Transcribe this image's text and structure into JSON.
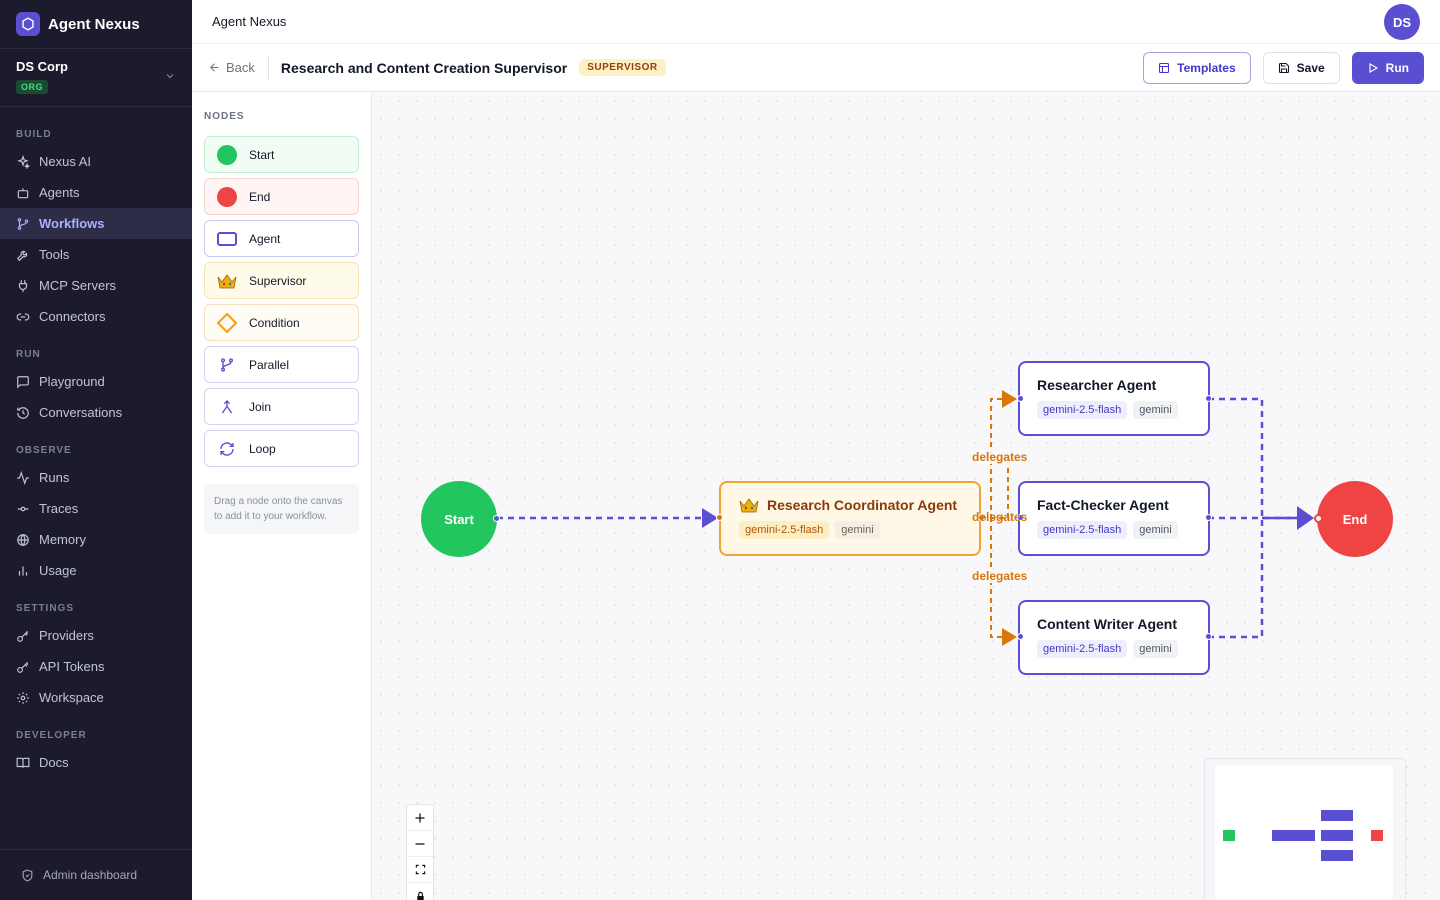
{
  "app": {
    "name": "Agent Nexus",
    "org_name": "DS Corp",
    "org_badge": "ORG",
    "header_title": "Agent Nexus",
    "user_initials": "DS",
    "brand_color": "#5b4fd1"
  },
  "sidebar": {
    "sections": [
      {
        "label": "BUILD",
        "items": [
          {
            "label": "Nexus AI",
            "icon": "sparkles-icon"
          },
          {
            "label": "Agents",
            "icon": "robot-icon"
          },
          {
            "label": "Workflows",
            "icon": "git-branch-icon",
            "active": true
          },
          {
            "label": "Tools",
            "icon": "wrench-icon"
          },
          {
            "label": "MCP Servers",
            "icon": "plug-icon"
          },
          {
            "label": "Connectors",
            "icon": "link-icon"
          }
        ]
      },
      {
        "label": "RUN",
        "items": [
          {
            "label": "Playground",
            "icon": "chat-icon"
          },
          {
            "label": "Conversations",
            "icon": "history-icon"
          }
        ]
      },
      {
        "label": "OBSERVE",
        "items": [
          {
            "label": "Runs",
            "icon": "activity-icon"
          },
          {
            "label": "Traces",
            "icon": "commit-icon"
          },
          {
            "label": "Memory",
            "icon": "globe-icon"
          },
          {
            "label": "Usage",
            "icon": "bar-chart-icon"
          }
        ]
      },
      {
        "label": "SETTINGS",
        "items": [
          {
            "label": "Providers",
            "icon": "key-icon"
          },
          {
            "label": "API Tokens",
            "icon": "key-icon"
          },
          {
            "label": "Workspace",
            "icon": "gear-icon"
          }
        ]
      },
      {
        "label": "DEVELOPER",
        "items": [
          {
            "label": "Docs",
            "icon": "book-icon"
          }
        ]
      }
    ],
    "admin_label": "Admin dashboard"
  },
  "toolbar": {
    "back_label": "Back",
    "workflow_title": "Research and Content Creation Supervisor",
    "workflow_badge": "SUPERVISOR",
    "templates_label": "Templates",
    "save_label": "Save",
    "run_label": "Run"
  },
  "palette": {
    "label": "NODES",
    "items": [
      {
        "label": "Start",
        "icon": "green-circle-icon"
      },
      {
        "label": "End",
        "icon": "red-circle-icon"
      },
      {
        "label": "Agent",
        "icon": "agent-rect-icon"
      },
      {
        "label": "Supervisor",
        "icon": "crown-icon"
      },
      {
        "label": "Condition",
        "icon": "diamond-icon"
      },
      {
        "label": "Parallel",
        "icon": "fork-icon"
      },
      {
        "label": "Join",
        "icon": "merge-icon"
      },
      {
        "label": "Loop",
        "icon": "loop-icon"
      }
    ],
    "hint": "Drag a node onto the canvas to add it to your workflow."
  },
  "canvas": {
    "start_label": "Start",
    "end_label": "End",
    "supervisor": {
      "title": "Research Coordinator Agent",
      "model": "gemini-2.5-flash",
      "provider": "gemini"
    },
    "agents": [
      {
        "title": "Researcher Agent",
        "model": "gemini-2.5-flash",
        "provider": "gemini"
      },
      {
        "title": "Fact-Checker Agent",
        "model": "gemini-2.5-flash",
        "provider": "gemini"
      },
      {
        "title": "Content Writer Agent",
        "model": "gemini-2.5-flash",
        "provider": "gemini"
      }
    ],
    "edge_labels": [
      "delegates",
      "delegates",
      "delegates"
    ],
    "colors": {
      "start": "#22c55e",
      "end": "#ef4444",
      "agent": "#5b4fd1",
      "supervisor": "#f0a33a",
      "delegate_edge": "#d97706"
    }
  }
}
